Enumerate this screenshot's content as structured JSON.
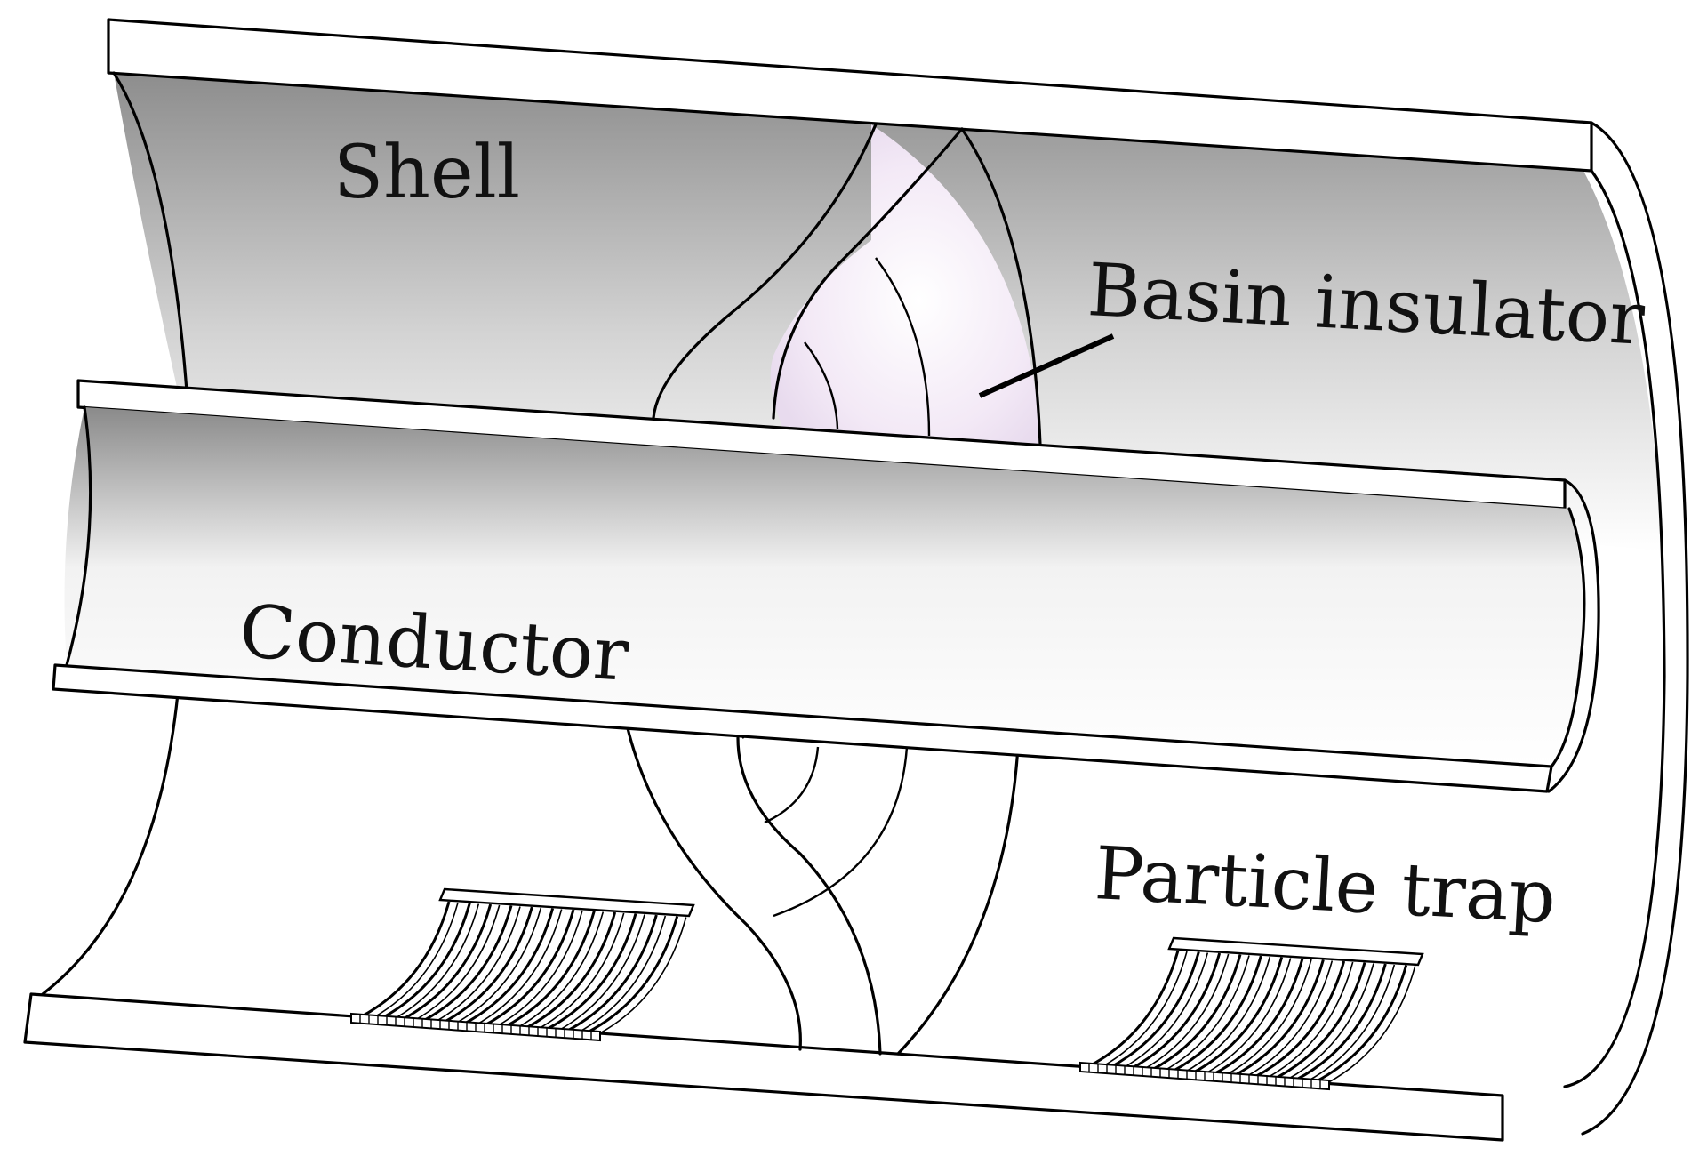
{
  "diagram": {
    "components": [
      {
        "id": "shell",
        "label": "Shell"
      },
      {
        "id": "basin-insulator",
        "label": "Basin insulator"
      },
      {
        "id": "conductor",
        "label": "Conductor"
      },
      {
        "id": "particle-trap",
        "label": "Particle trap"
      }
    ],
    "colors": {
      "shell_shade_dark": "#8f8f8f",
      "shell_shade_light": "#ffffff",
      "insulator_tint": "#f1e6f4",
      "line": "#000000"
    },
    "particle_trap_count": 2
  }
}
